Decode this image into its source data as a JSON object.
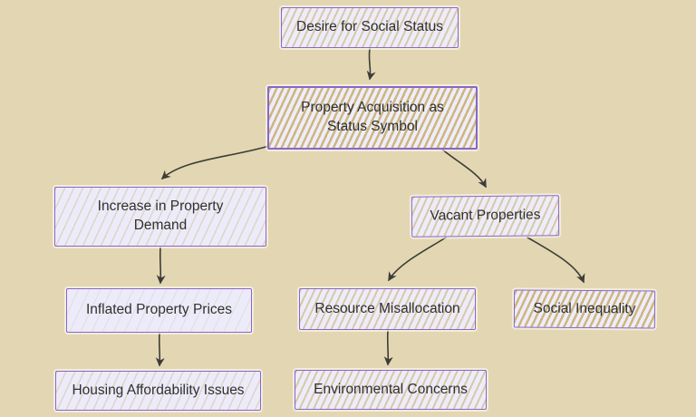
{
  "diagram": {
    "type": "flowchart",
    "direction": "top-down",
    "nodes": [
      {
        "id": "A",
        "label": "Desire for Social Status"
      },
      {
        "id": "B",
        "label": "Property Acquisition as Status Symbol"
      },
      {
        "id": "C",
        "label": "Increase in Property Demand"
      },
      {
        "id": "D",
        "label": "Vacant Properties"
      },
      {
        "id": "E",
        "label": "Inflated Property Prices"
      },
      {
        "id": "F",
        "label": "Housing Affordability Issues"
      },
      {
        "id": "G",
        "label": "Resource Misallocation"
      },
      {
        "id": "H",
        "label": "Social Inequality"
      },
      {
        "id": "I",
        "label": "Environmental Concerns"
      }
    ],
    "edges": [
      {
        "from": "Desire for Social Status",
        "to": "Property Acquisition as Status Symbol"
      },
      {
        "from": "Property Acquisition as Status Symbol",
        "to": "Increase in Property Demand"
      },
      {
        "from": "Property Acquisition as Status Symbol",
        "to": "Vacant Properties"
      },
      {
        "from": "Increase in Property Demand",
        "to": "Inflated Property Prices"
      },
      {
        "from": "Inflated Property Prices",
        "to": "Housing Affordability Issues"
      },
      {
        "from": "Vacant Properties",
        "to": "Resource Misallocation"
      },
      {
        "from": "Vacant Properties",
        "to": "Social Inequality"
      },
      {
        "from": "Resource Misallocation",
        "to": "Environmental Concerns"
      }
    ],
    "colors": {
      "background": "#e2d7b2",
      "node_fill": "#ecebfa",
      "node_hatch": "#c9ac69",
      "node_border": "#8a66c9",
      "edge_stroke": "#3d3c38",
      "text": "#303030"
    },
    "style": "hand-drawn-sketch"
  }
}
